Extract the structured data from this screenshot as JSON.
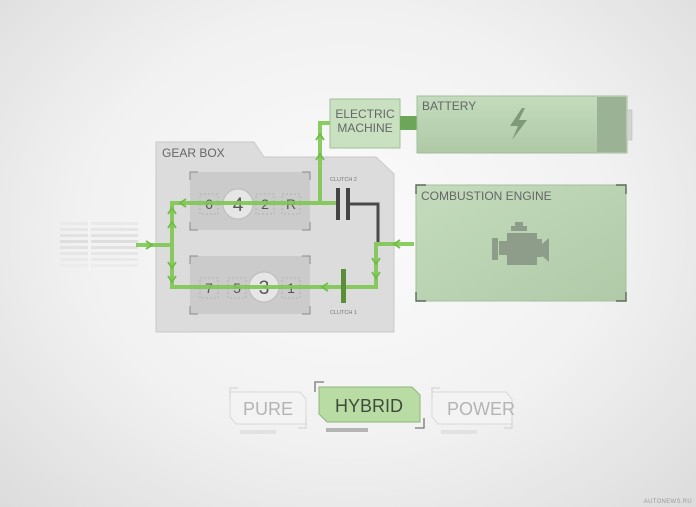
{
  "gearbox": {
    "title": "GEAR BOX",
    "upper_gears": [
      "6",
      "4",
      "2",
      "R"
    ],
    "lower_gears": [
      "7",
      "5",
      "3",
      "1"
    ],
    "clutch_2": "CLUTCH 2",
    "clutch_1": "CLUTCH 1"
  },
  "electric_machine": {
    "line1": "ELECTRIC",
    "line2": "MACHINE"
  },
  "battery": {
    "label": "BATTERY",
    "icon": "lightning-bolt-icon"
  },
  "engine": {
    "label": "COMBUSTION ENGINE",
    "icon": "engine-icon"
  },
  "modes": {
    "items": [
      "PURE",
      "HYBRID",
      "POWER"
    ],
    "active": "HYBRID"
  },
  "watermark": "AUTONEWS.RU",
  "colors": {
    "flow": "#7ec852",
    "active_fill": "#b9dca4",
    "box_fill": "#d6d6d6",
    "green_panel": "#bcd6b6",
    "clutch_bar": "#5a8e3a"
  }
}
